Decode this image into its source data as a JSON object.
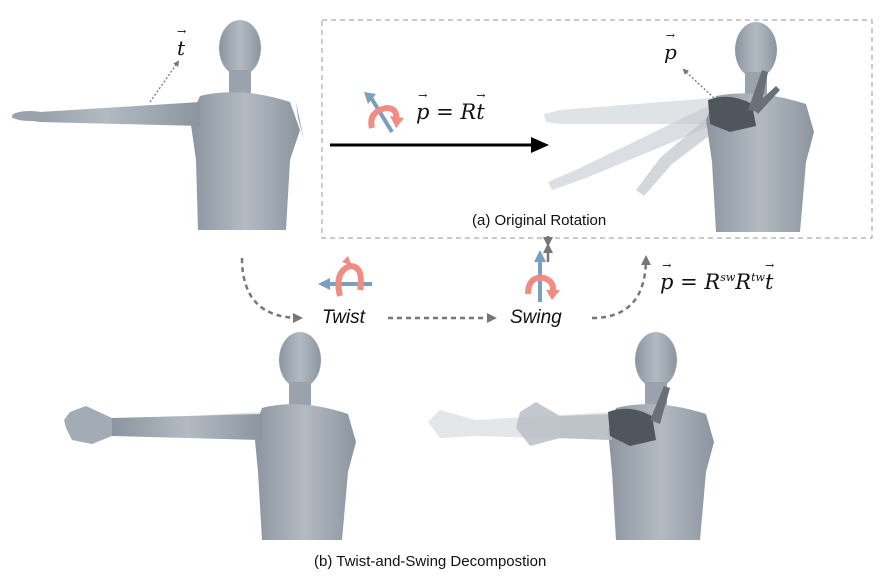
{
  "diagram": {
    "caption_a": "(a) Original Rotation",
    "caption_b": "(b) Twist-and-Swing Decompostion",
    "label_twist": "Twist",
    "label_swing": "Swing",
    "vector_t": "t",
    "vector_p": "p",
    "eq_original": {
      "lhs": "p",
      "eq": " = ",
      "rot": "R",
      "vec": "t"
    },
    "eq_decomposed": {
      "lhs": "p",
      "eq": " = ",
      "r1": "R",
      "sup1": "sw",
      "r2": "R",
      "sup2": "tw",
      "vec": "t"
    },
    "colors": {
      "body": "#a9b1ba",
      "body_shadow": "#8a939d",
      "ghost": "#d3d6da",
      "highlight": "#4f555c",
      "twist_arrow": "#f08c83",
      "axis_arrow": "#7a9fc0",
      "dashed_box": "#aaaaaa",
      "dotted_arrow": "#777777"
    }
  }
}
